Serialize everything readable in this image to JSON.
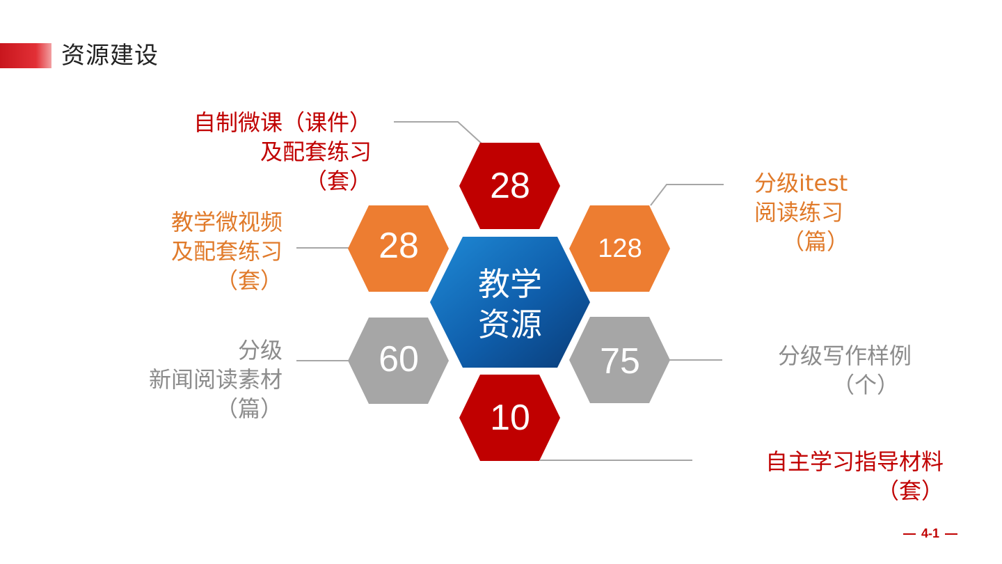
{
  "header": {
    "title": "资源建设"
  },
  "center": {
    "line1": "教学",
    "line2": "资源"
  },
  "hexes": [
    {
      "id": "top",
      "value": "28",
      "color": "#c00000"
    },
    {
      "id": "upper-left",
      "value": "28",
      "color": "#ed7d31"
    },
    {
      "id": "upper-right",
      "value": "128",
      "color": "#ed7d31"
    },
    {
      "id": "lower-left",
      "value": "60",
      "color": "#a6a6a6"
    },
    {
      "id": "lower-right",
      "value": "75",
      "color": "#a6a6a6"
    },
    {
      "id": "bottom",
      "value": "10",
      "color": "#c00000"
    }
  ],
  "labels": {
    "top": {
      "line1": "自制微课（课件）",
      "line2": "及配套练习",
      "line3": "（套）"
    },
    "upper_left": {
      "line1": "教学微视频",
      "line2": "及配套练习",
      "line3": "（套）"
    },
    "upper_right": {
      "line1": "分级itest",
      "line2": "阅读练习",
      "line3": "（篇）"
    },
    "lower_left": {
      "line1": "分级",
      "line2": "新闻阅读素材",
      "line3": "（篇）"
    },
    "lower_right": {
      "line1": "分级写作样例",
      "line2": "（个）"
    },
    "bottom": {
      "line1": "自主学习指导材料",
      "line2": "（套）"
    }
  },
  "colors": {
    "red": "#c00000",
    "orange": "#ed7d31",
    "gray": "#a6a6a6",
    "blue_start": "#1f8ad6",
    "blue_end": "#0a3c78"
  },
  "footer": {
    "page": "4-1"
  }
}
